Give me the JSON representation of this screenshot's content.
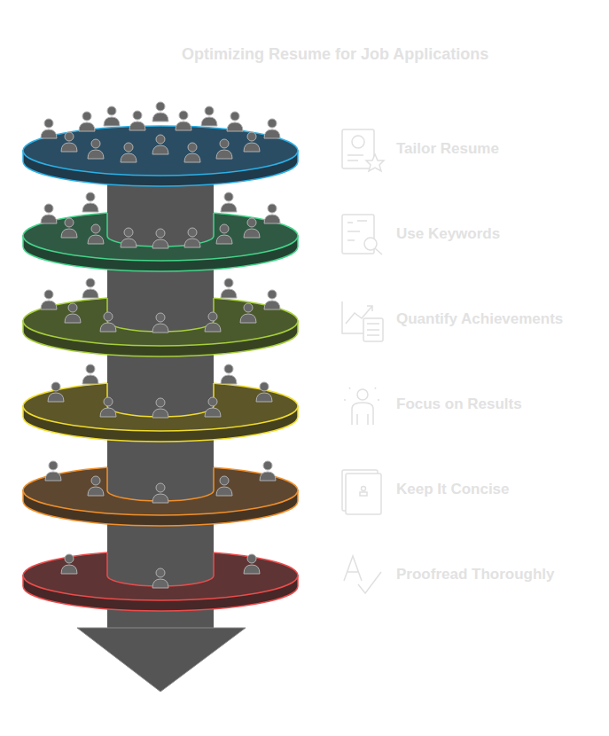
{
  "diagram": {
    "title": "Optimizing Resume for Job Applications",
    "labels": [
      "Tailor Resume",
      "Use Keywords",
      "Quantify Achievements",
      "Focus on Results",
      "Keep It Concise",
      "Proofread Thoroughly"
    ]
  }
}
